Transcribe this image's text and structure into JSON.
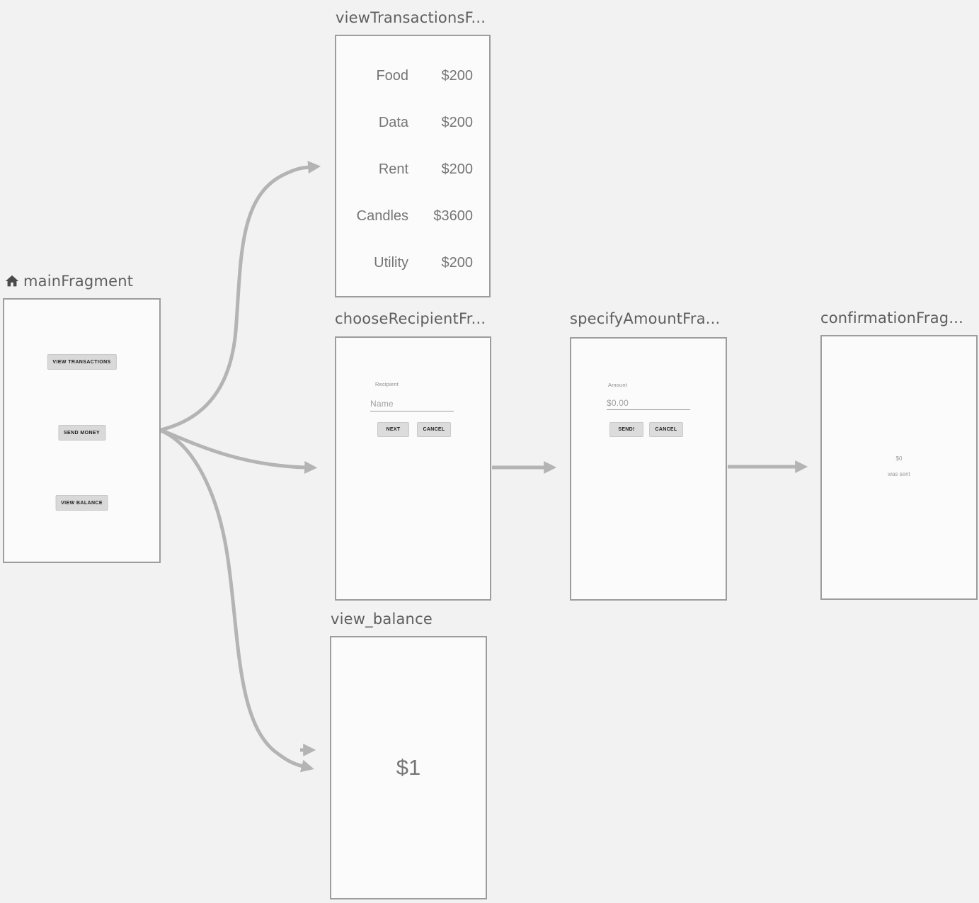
{
  "colors": {
    "background": "#f2f2f2",
    "panel_fill": "#fbfbfb",
    "panel_border": "#9d9d9d",
    "arrow": "#b4b4b4",
    "title_text": "#5e5e5e",
    "content_text": "#757575",
    "button_fill": "#d9d9d9"
  },
  "nodes": {
    "main": {
      "title": "mainFragment",
      "buttons": [
        "VIEW TRANSACTIONS",
        "SEND MONEY",
        "VIEW BALANCE"
      ]
    },
    "view_transactions": {
      "title": "viewTransactionsF...",
      "rows": [
        {
          "label": "Food",
          "amount": "$200"
        },
        {
          "label": "Data",
          "amount": "$200"
        },
        {
          "label": "Rent",
          "amount": "$200"
        },
        {
          "label": "Candles",
          "amount": "$3600"
        },
        {
          "label": "Utility",
          "amount": "$200"
        }
      ]
    },
    "choose_recipient": {
      "title": "chooseRecipientFr...",
      "field_label": "Recipient",
      "field_hint": "Name",
      "next_button": "NEXT",
      "cancel_button": "CANCEL"
    },
    "specify_amount": {
      "title": "specifyAmountFra...",
      "field_label": "Amount",
      "field_hint": "$0.00",
      "send_button": "SEND!",
      "cancel_button": "CANCEL"
    },
    "confirmation": {
      "title": "confirmationFrag...",
      "amount": "$0",
      "message": "was sent"
    },
    "view_balance": {
      "title": "view_balance",
      "balance": "$1"
    }
  }
}
